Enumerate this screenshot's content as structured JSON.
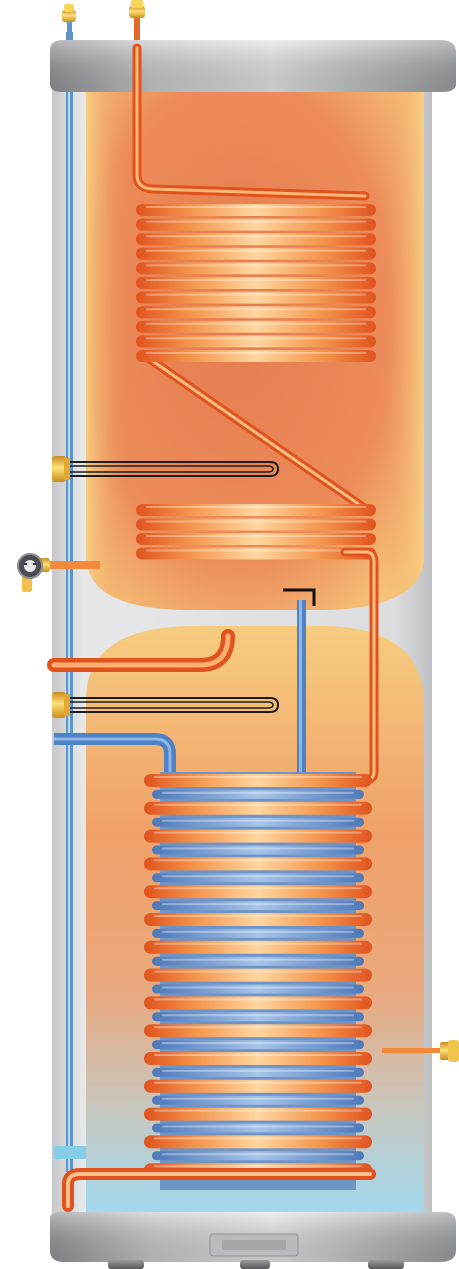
{
  "diagram": {
    "kind": "dual-coil hot water cylinder cutaway",
    "colors": {
      "casing": "#d9dadc",
      "cap": "#a9abae",
      "upper_vessel_top": "#e8794f",
      "upper_vessel_edge": "#f6c77c",
      "lower_vessel_top": "#f4c478",
      "lower_vessel_bottom": "#9fd6ee",
      "copper_light": "#ffd7a0",
      "copper": "#f28a3c",
      "copper_dark": "#e0531f",
      "cold_pipe": "#5b8fd0",
      "brass": "#f2c34a"
    },
    "components": {
      "upper_coil_turns": 11,
      "middle_coil_turns": 4,
      "lower_coil_turns": 29,
      "immersion_heaters": 2,
      "icons": [
        "brass-fitting-icon",
        "temperature-gauge-icon",
        "drain-valve-icon"
      ]
    }
  }
}
